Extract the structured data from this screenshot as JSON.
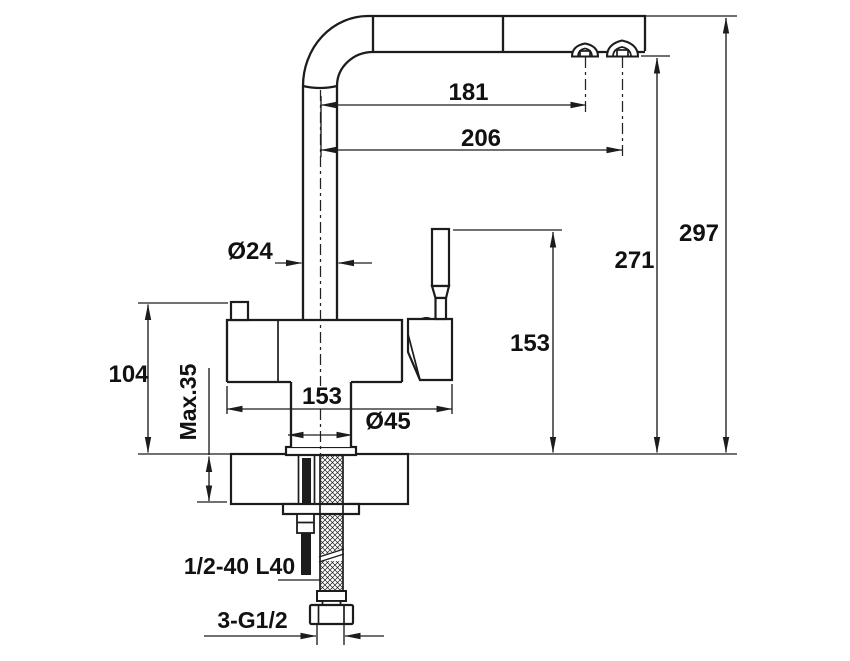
{
  "diagram": {
    "background": "#ffffff",
    "line_color": "#1c1c1c",
    "units_implied": "mm",
    "labels": {
      "reach_aerator_1": "181",
      "reach_aerator_2": "206",
      "overall_height": "297",
      "spout_outlet_height": "271",
      "spout_tube_diameter": "Ø24",
      "handle_top_height": "153",
      "body_width": "153",
      "body_top_height": "104",
      "max_deck_thickness": "Max.35",
      "base_diameter": "Ø45",
      "hose_spec": "1/2-40 L40",
      "thread_spec": "3-G1/2"
    }
  }
}
